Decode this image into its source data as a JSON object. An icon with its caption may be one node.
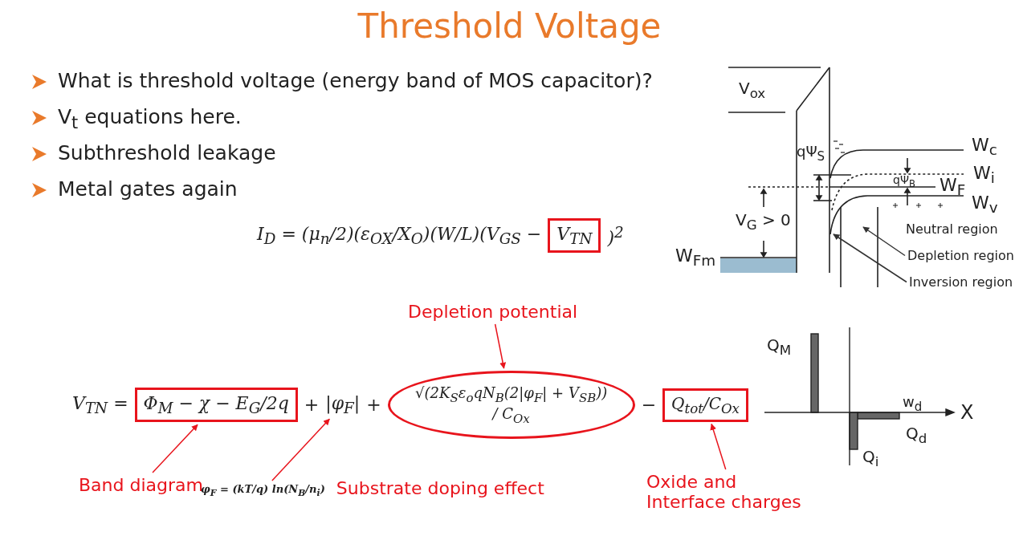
{
  "diagram": {
    "title": "Threshold Voltage",
    "nodes": [
      {
        "text": [
          "Band diagram"
        ]
      },
      {
        "text": [
          "Φ$_{M}$ − χ − E$_{G}$/2q"
        ]
      },
      {
        "text": [
          "|φ$_{F}$|"
        ]
      },
      {
        "text": [
          "φ$_{F}$ = (kT/q) ln(N$_{B}$/n$_{i}$)"
        ],
        "beside": [
          "Substrate doping effect"
        ]
      },
      {
        "text": [
          "Depletion potential"
        ]
      },
      {
        "text": [
          "√(2K$_{S}$ε$_{o}$qN$_{B}$(2|φ$_{F}$| + V$_{SB}$)) / C$_{Ox}$"
        ]
      },
      {
        "text": [
          "Q$_{tot}$/C$_{Ox}$"
        ]
      },
      {
        "text": [
          "Oxide and Interface charges"
        ]
      },
      {
        "text": [
          "V$_{TN}$"
        ]
      },
      {
        "text": [
          "Depletion region"
        ]
      },
      {
        "text": [
          "Inversion region"
        ]
      }
    ],
    "edges": [
      {
        "from": 0,
        "to": 1,
        "arrow": "to"
      },
      {
        "from": 3,
        "to": 2,
        "arrow": "to"
      },
      {
        "from": 4,
        "to": 5,
        "arrow": "to"
      },
      {
        "from": 7,
        "to": 6,
        "arrow": "to"
      },
      {
        "from": 9,
        "to": null,
        "arrow": "to",
        "color": "#333333"
      },
      {
        "from": 10,
        "to": null,
        "arrow": "to",
        "color": "#333333"
      }
    ],
    "labels": [
      "What is threshold voltage (energy band of MOS capacitor)?",
      "V$_{t}$ equations here.",
      "Subthreshold leakage",
      "Metal gates again",
      "I$_{D}$ = (μ$_{n}$/2)(ε$_{OX}$/X$_{O}$)(W/L)(V$_{GS}$ −",
      ")$^{2}$",
      "V$_{ox}$",
      "W$_{c}$",
      "qΨ$_{S}$",
      "W$_{i}$",
      "qΨ$_{B}$",
      "W$_{F}$",
      "V$_{G}$ > 0",
      "W$_{v}$",
      "Neutral region",
      "W$_{Fm}$",
      "Q$_{M}$",
      "V$_{TN}$ =",
      "+",
      "+",
      "−",
      "w$_{d}$",
      "X",
      "Q$_{d}$",
      "Q$_{i}$"
    ]
  }
}
